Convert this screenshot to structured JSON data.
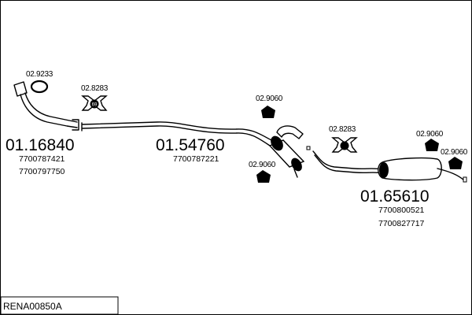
{
  "diagram": {
    "frame_code": "RENA00850A",
    "parts": [
      {
        "number": "01.16840",
        "oe_refs": [
          "7700787421",
          "7700797750"
        ]
      },
      {
        "number": "01.54760",
        "oe_refs": [
          "7700787221"
        ]
      },
      {
        "number": "01.65610",
        "oe_refs": [
          "7700800521",
          "7700827717"
        ]
      }
    ],
    "accessories": {
      "gasket_ring": "02.9233",
      "clamp_kit_left": "02.8283",
      "clamp_kit_right": "02.8283",
      "hanger_mid_top": "02.9060",
      "hanger_mid_bottom": "02.9060",
      "hanger_right_1": "02.9060",
      "hanger_right_2": "02.9060"
    },
    "clamp_kit_inner_label": "69"
  }
}
